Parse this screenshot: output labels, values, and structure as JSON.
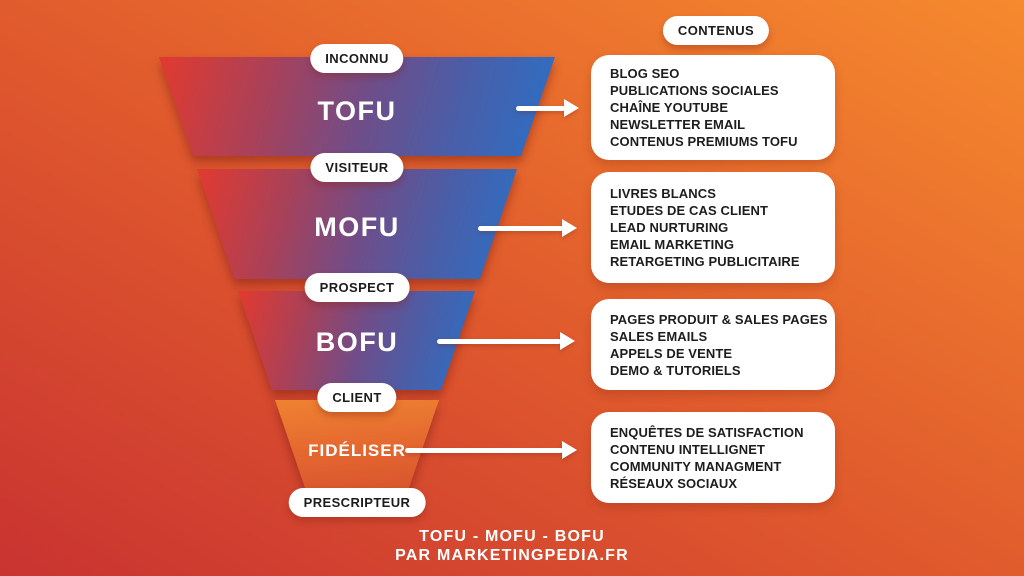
{
  "header": {
    "contents_label": "CONTENUS"
  },
  "funnel": {
    "stages": [
      {
        "name": "TOFU"
      },
      {
        "name": "MOFU"
      },
      {
        "name": "BOFU"
      },
      {
        "name": "FIDÉLISER"
      }
    ],
    "milestones": [
      {
        "label": "INCONNU"
      },
      {
        "label": "VISITEUR"
      },
      {
        "label": "PROSPECT"
      },
      {
        "label": "CLIENT"
      },
      {
        "label": "PRESCRIPTEUR"
      }
    ]
  },
  "content_boxes": [
    {
      "items": [
        "BLOG SEO",
        "PUBLICATIONS SOCIALES",
        "CHAÎNE YOUTUBE",
        "NEWSLETTER EMAIL",
        "CONTENUS PREMIUMS TOFU"
      ]
    },
    {
      "items": [
        "LIVRES BLANCS",
        "ETUDES DE CAS CLIENT",
        "LEAD NURTURING",
        "EMAIL MARKETING",
        "RETARGETING PUBLICITAIRE"
      ]
    },
    {
      "items": [
        "PAGES PRODUIT & SALES PAGES",
        "SALES EMAILS",
        "APPELS DE VENTE",
        "DEMO & TUTORIELS"
      ]
    },
    {
      "items": [
        "ENQUÊTES DE SATISFACTION",
        "CONTENU INTELLIGNET",
        "COMMUNITY MANAGMENT",
        "RÉSEAUX SOCIAUX"
      ]
    }
  ],
  "footer": {
    "title": "TOFU - MOFU - BOFU",
    "byline": "PAR MARKETINGPEDIA.FR"
  },
  "colors": {
    "background_bottom_left": "#c93331",
    "background_top_right": "#f68a2e",
    "funnel_red": "#e23a2e",
    "funnel_blue": "#2b70c7",
    "loyalty_orange_top": "#ef8231",
    "loyalty_orange_bottom": "#d9542e",
    "pill_background": "#ffffff",
    "pill_text": "#1c1c1c",
    "box_background": "#ffffff",
    "box_text": "#1d1d1d",
    "stage_text": "#ffffff"
  }
}
